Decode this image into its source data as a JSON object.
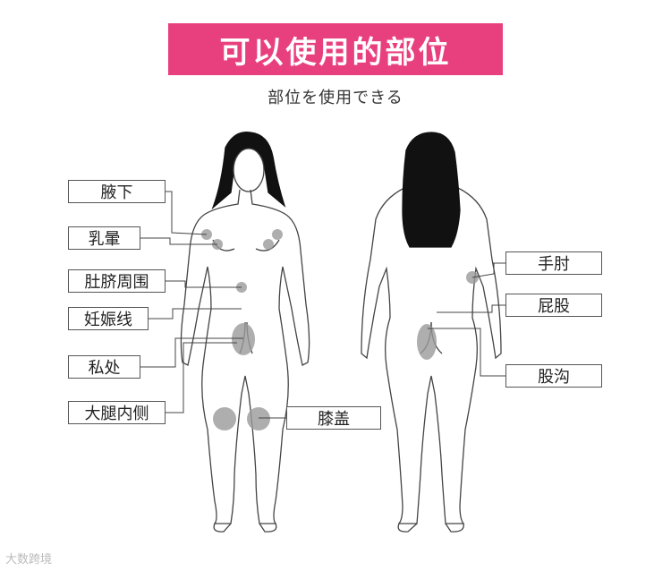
{
  "title": "可以使用的部位",
  "subtitle": "部位を使用できる",
  "labels_front": [
    {
      "id": "armpit",
      "text": "腋下"
    },
    {
      "id": "areola",
      "text": "乳暈"
    },
    {
      "id": "navel",
      "text": "肚脐周围"
    },
    {
      "id": "pregnancy-line",
      "text": "妊娠线"
    },
    {
      "id": "private",
      "text": "私处"
    },
    {
      "id": "inner-thigh",
      "text": "大腿内侧"
    },
    {
      "id": "knee",
      "text": "膝盖"
    }
  ],
  "labels_back": [
    {
      "id": "elbow",
      "text": "手肘"
    },
    {
      "id": "buttocks",
      "text": "屁股"
    },
    {
      "id": "buttock-crease",
      "text": "股沟"
    }
  ],
  "watermark": "大数跨境",
  "colors": {
    "accent": "#e8407f",
    "marker": "#9a9a9a",
    "line": "#444444",
    "hair": "#111111"
  }
}
